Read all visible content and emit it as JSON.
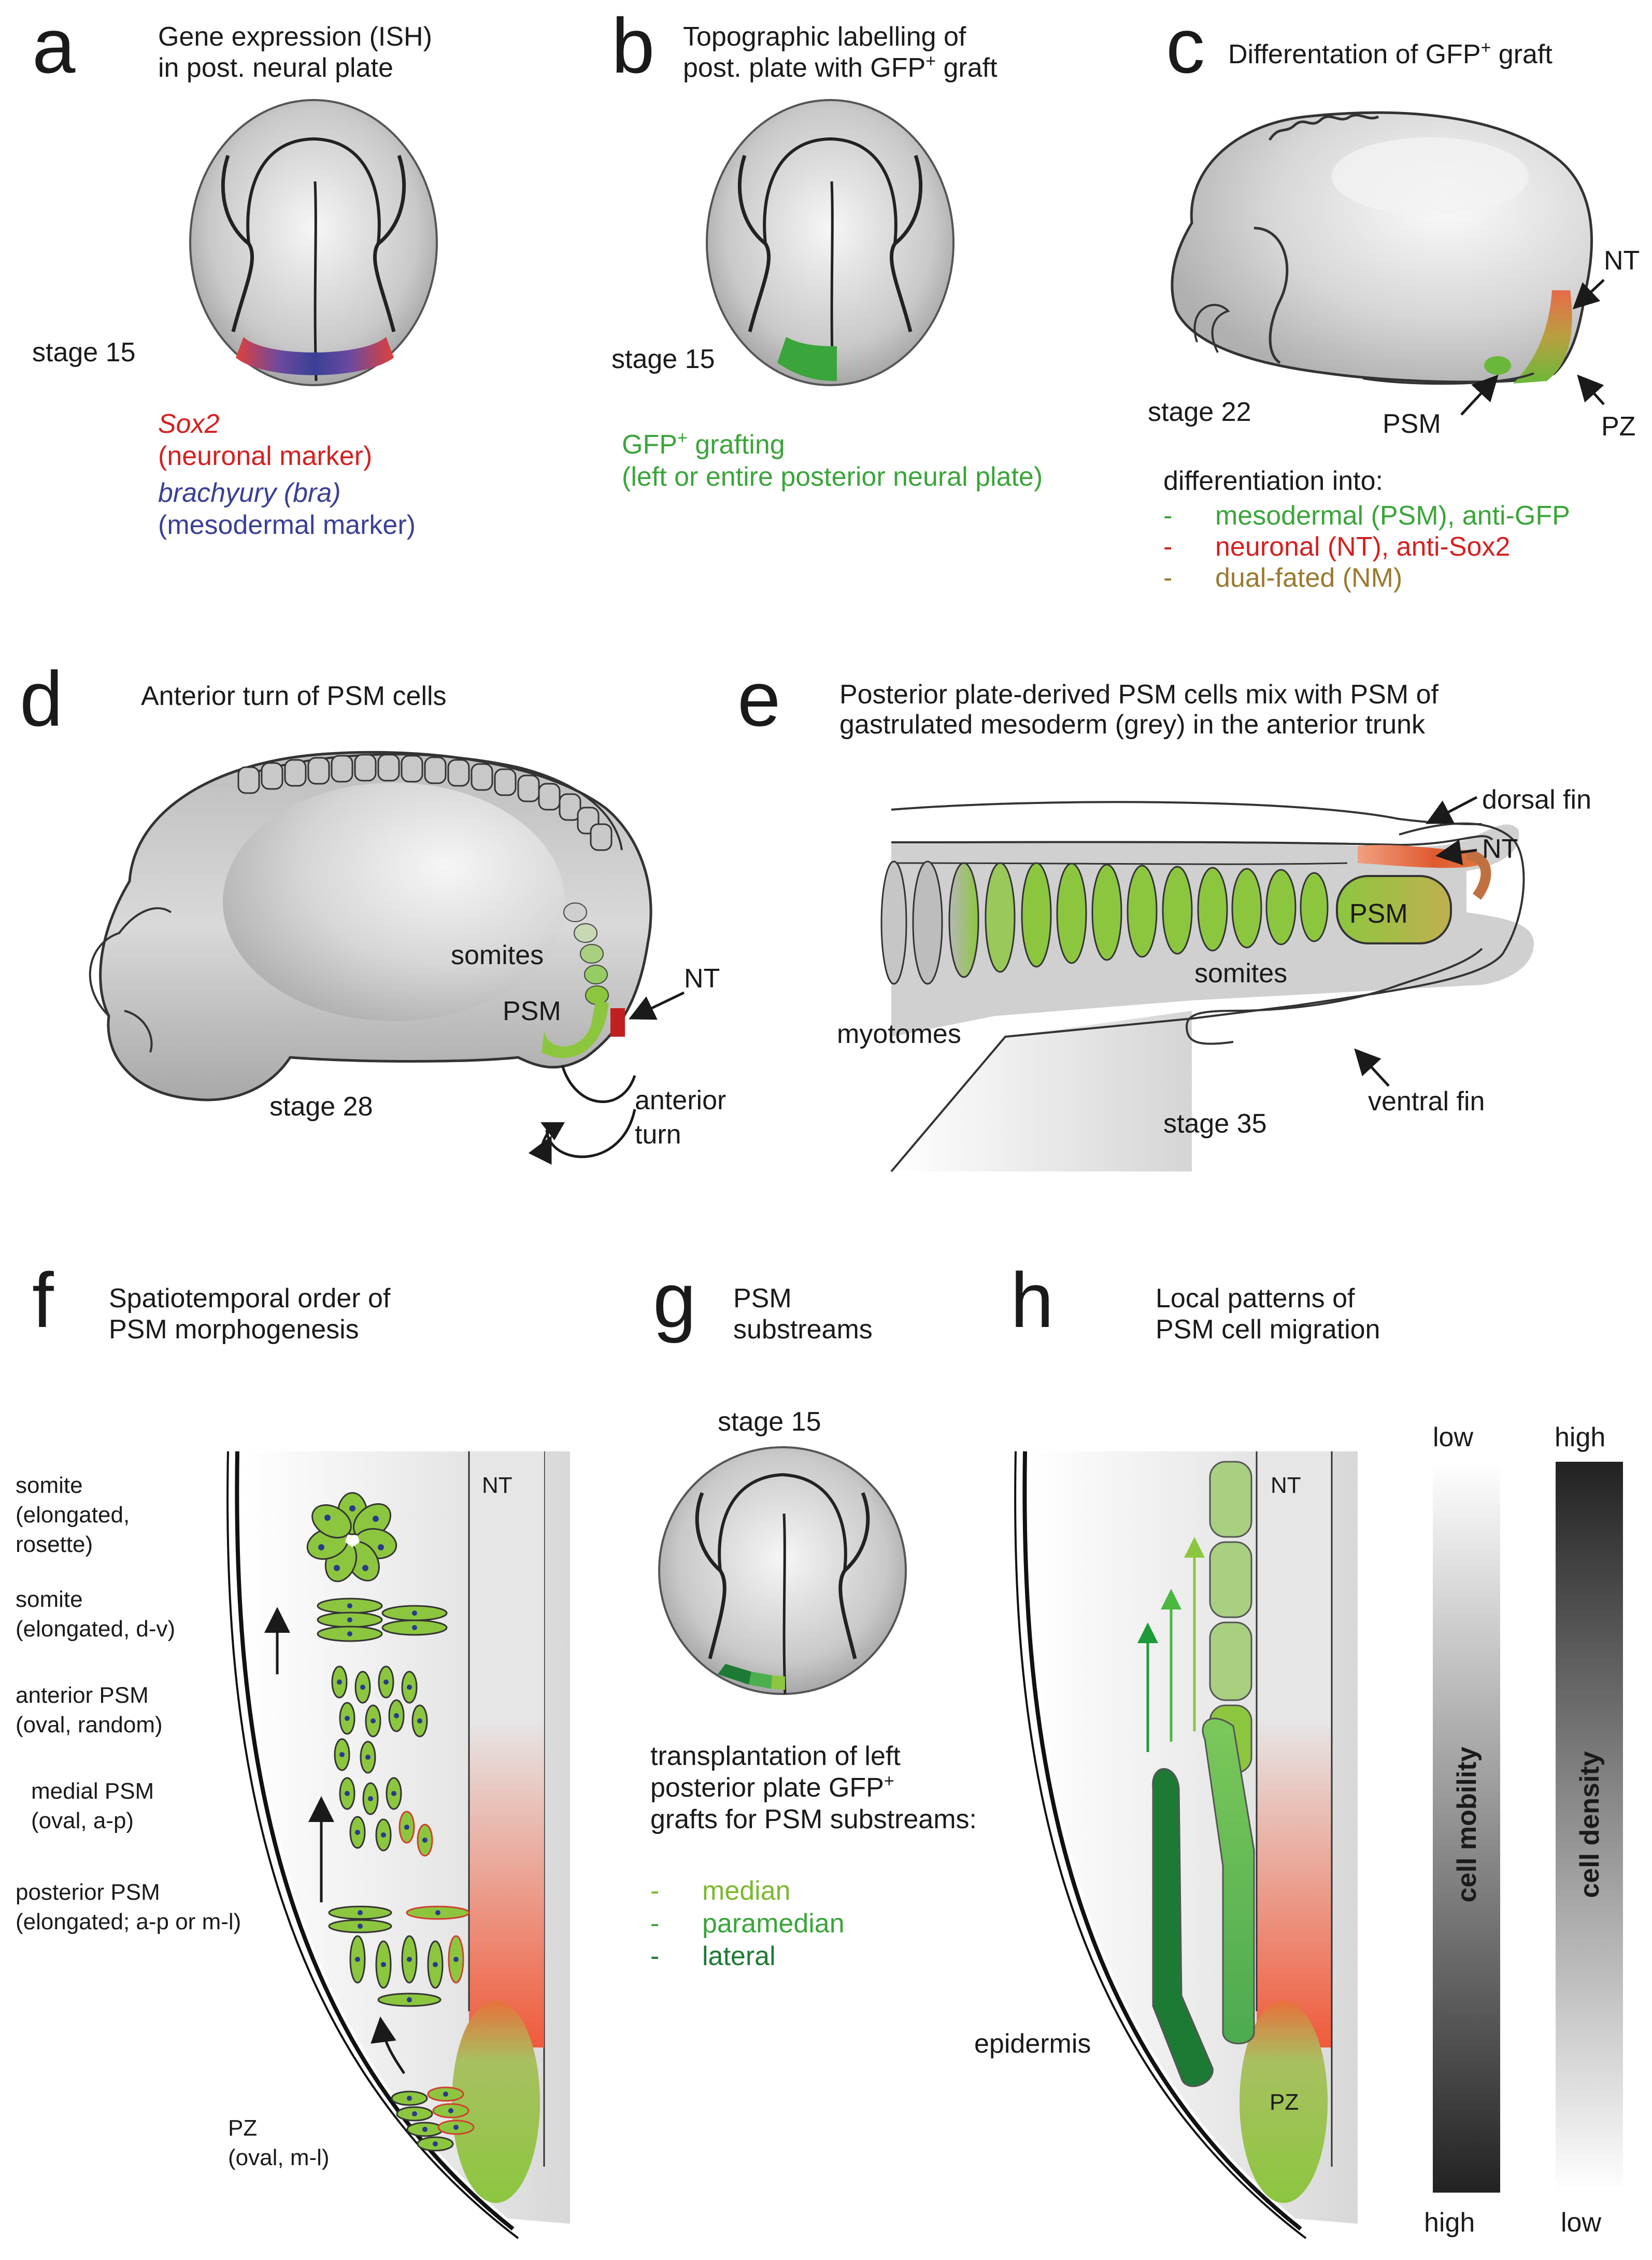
{
  "panels": {
    "a": {
      "letter": "a",
      "title": [
        "Gene expression (ISH)",
        "in post. neural plate"
      ],
      "stage": "stage 15",
      "legend": [
        {
          "text": "Sox2",
          "color": "#d42020",
          "italic": true
        },
        {
          "text": "(neuronal marker)",
          "color": "#d42020"
        },
        {
          "text": "brachyury (bra)",
          "color": "#3a3f96",
          "italic": true
        },
        {
          "text": "(mesodermal marker)",
          "color": "#3a3f96"
        }
      ]
    },
    "b": {
      "letter": "b",
      "title_line1": "Topographic labelling of",
      "title_line2_pre": "post. plate with GFP",
      "title_line2_sup": "+",
      "title_line2_post": " graft",
      "stage": "stage 15",
      "legend_line1_pre": "GFP",
      "legend_line1_sup": "+",
      "legend_line1_post": " grafting",
      "legend_line2": "(left or entire posterior neural plate)"
    },
    "c": {
      "letter": "c",
      "title_pre": "Differentation of GFP",
      "title_sup": "+",
      "title_post": " graft",
      "stage": "stage 22",
      "labels": {
        "nt": "NT",
        "psm": "PSM",
        "pz": "PZ"
      },
      "diff_header": "differentiation into:",
      "diff_items": [
        {
          "text": "mesodermal (PSM), anti-GFP",
          "color": "#3aa53a"
        },
        {
          "text": "neuronal (NT), anti-Sox2",
          "color": "#d42020"
        },
        {
          "text": "dual-fated (NM)",
          "color": "#9a7a2e"
        }
      ]
    },
    "d": {
      "letter": "d",
      "title": "Anterior turn of PSM cells",
      "stage": "stage 28",
      "labels": {
        "somites": "somites",
        "psm": "PSM",
        "nt": "NT",
        "turn1": "anterior",
        "turn2": "turn"
      }
    },
    "e": {
      "letter": "e",
      "title": [
        "Posterior plate-derived PSM cells mix with PSM of",
        "gastrulated mesoderm (grey) in the anterior trunk"
      ],
      "stage": "stage 35",
      "labels": {
        "dorsal_fin": "dorsal fin",
        "nt": "NT",
        "psm": "PSM",
        "somites": "somites",
        "myotomes": "myotomes",
        "ventral_fin": "ventral fin"
      }
    },
    "f": {
      "letter": "f",
      "title": [
        "Spatiotemporal order of",
        "PSM morphogenesis"
      ],
      "nt": "NT",
      "stages": [
        {
          "lines": [
            "somite",
            "(elongated,",
            "rosette)"
          ]
        },
        {
          "lines": [
            "somite",
            "(elongated, d-v)"
          ]
        },
        {
          "lines": [
            "anterior PSM",
            "(oval, random)"
          ]
        },
        {
          "lines": [
            "medial PSM",
            "(oval, a-p)"
          ]
        },
        {
          "lines": [
            "posterior PSM",
            "(elongated; a-p or m-l)"
          ]
        },
        {
          "lines": [
            "PZ",
            "(oval, m-l)"
          ]
        }
      ]
    },
    "g": {
      "letter": "g",
      "title": [
        "PSM",
        "substreams"
      ],
      "stage": "stage 15",
      "desc1": "transplantation of left",
      "desc2_pre": "posterior plate GFP",
      "desc2_sup": "+",
      "desc3": "grafts for PSM substreams:",
      "items": [
        {
          "text": "median",
          "color": "#7cb82f"
        },
        {
          "text": "paramedian",
          "color": "#4cae4c"
        },
        {
          "text": "lateral",
          "color": "#1d7a34"
        }
      ]
    },
    "h": {
      "letter": "h",
      "title": [
        "Local patterns of",
        "PSM cell migration"
      ],
      "nt": "NT",
      "pz": "PZ",
      "epidermis": "epidermis",
      "mobility": {
        "label": "cell mobility",
        "top": "low",
        "bottom": "high"
      },
      "density": {
        "label": "cell density",
        "top": "high",
        "bottom": "low"
      }
    }
  },
  "colors": {
    "sox2_red": "#d42020",
    "bra_blue": "#3a3f96",
    "gfp_green": "#3aa53a",
    "somite_green": "#8cc63f",
    "dark_green": "#1d7a34"
  }
}
